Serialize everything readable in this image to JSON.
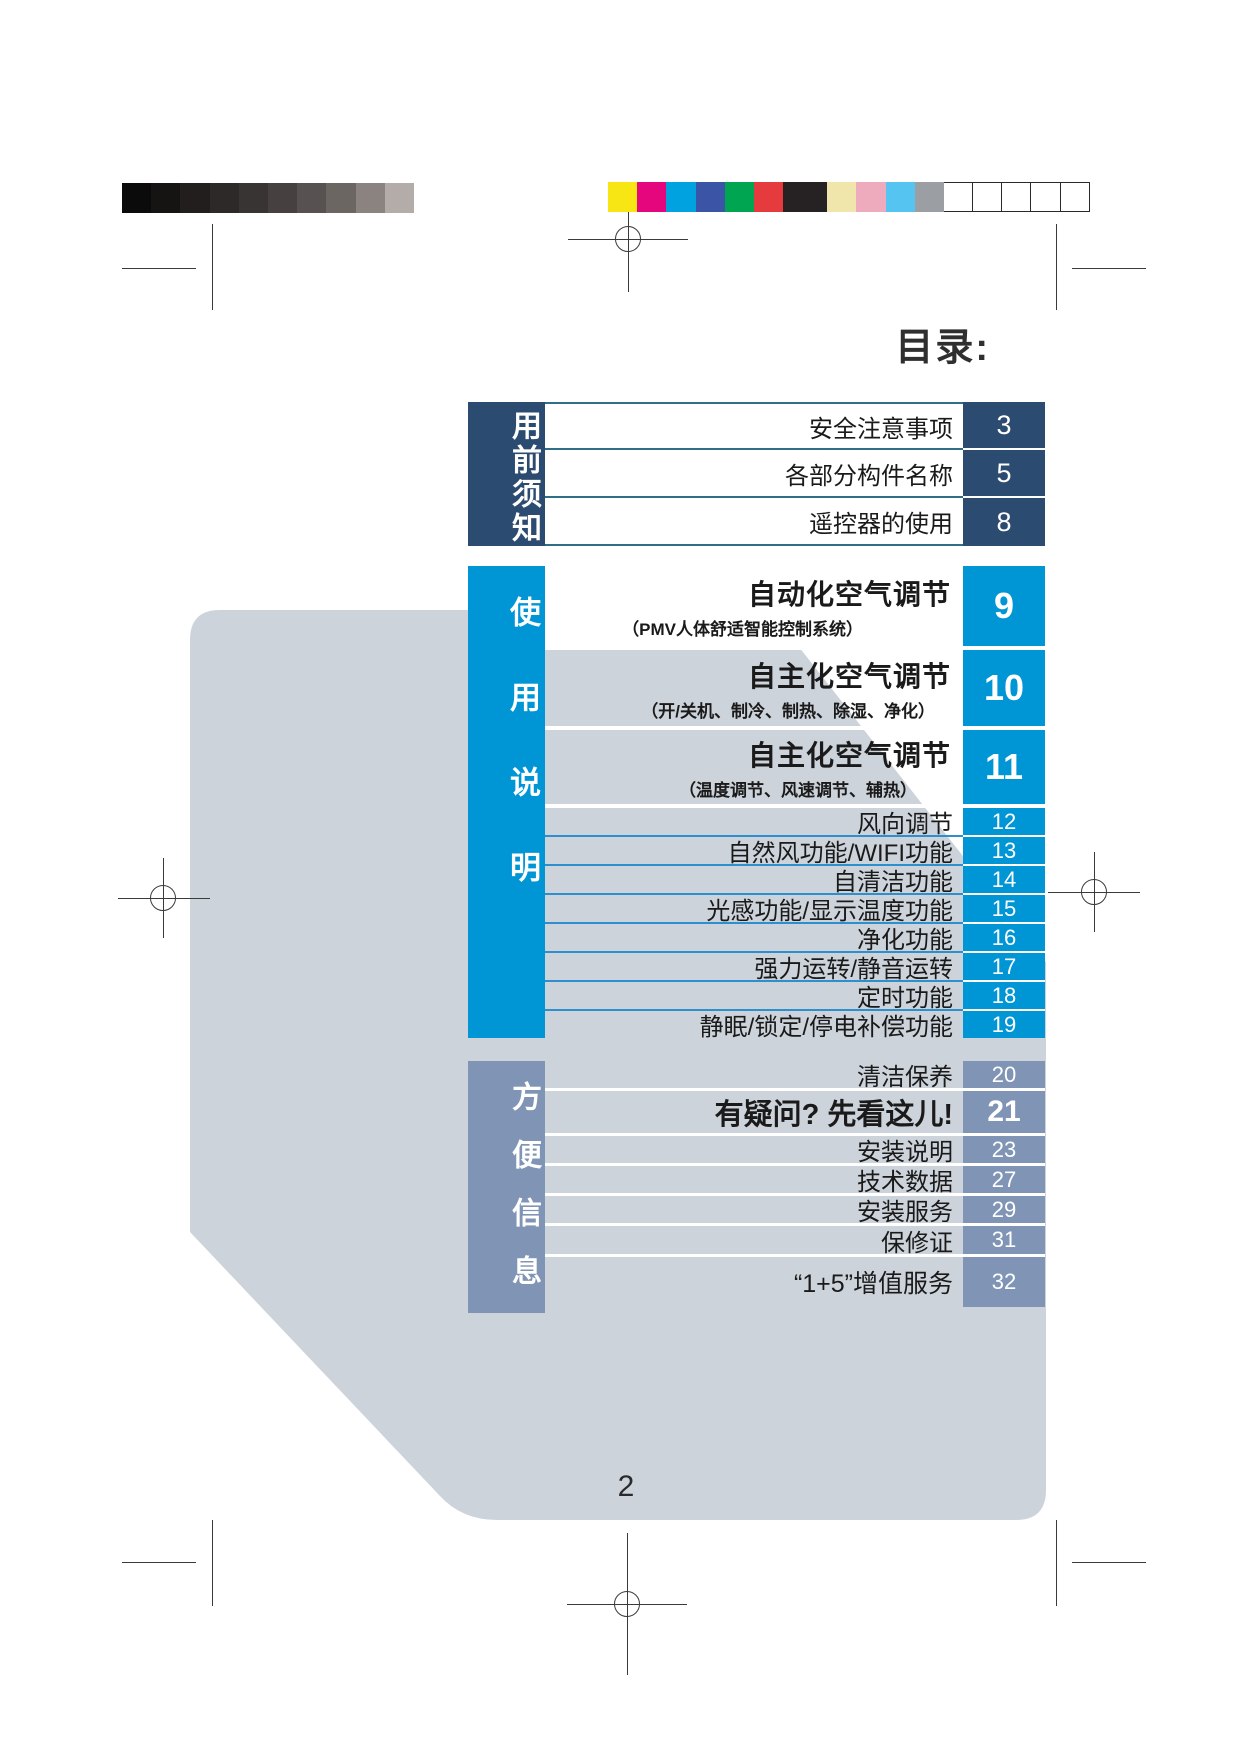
{
  "page": {
    "title": "目录:",
    "page_number": "2"
  },
  "colors": {
    "navy": "#2c4b70",
    "blue": "#0096d6",
    "slate": "#8095b5",
    "gray_shape": "#cdd3da",
    "teal_line": "#2f6e86",
    "blue_line": "#2d8fcc",
    "text": "#1a1a1a"
  },
  "calibration": {
    "grayscale": [
      "#0b0b0b",
      "#161413",
      "#211e1d",
      "#2c2928",
      "#383434",
      "#464140",
      "#575151",
      "#6c6663",
      "#8a8380",
      "#b3aca8"
    ],
    "colors": [
      "#f7e514",
      "#e5067e",
      "#00a3e0",
      "#3b54a5",
      "#00a551",
      "#e63b3e",
      "#262122",
      "#f0e6ac",
      "#efabbe",
      "#56c4f0",
      "#9b9fa4"
    ],
    "white_boxes": 5
  },
  "s1": {
    "label": "用前须知",
    "items": [
      {
        "text": "安全注意事项",
        "page": "3"
      },
      {
        "text": "各部分构件名称",
        "page": "5"
      },
      {
        "text": "遥控器的使用",
        "page": "8"
      }
    ]
  },
  "s2": {
    "label": "使用说明",
    "featured": [
      {
        "title": "自动化空气调节",
        "subtitle": "（PMV人体舒适智能控制系统）",
        "page": "9"
      },
      {
        "title": "自主化空气调节",
        "subtitle": "（开/关机、制冷、制热、除湿、净化）",
        "page": "10"
      },
      {
        "title": "自主化空气调节",
        "subtitle": "（温度调节、风速调节、辅热）",
        "page": "11"
      }
    ],
    "items": [
      {
        "text": "风向调节",
        "page": "12"
      },
      {
        "text": "自然风功能/WIFI功能",
        "page": "13"
      },
      {
        "text": "自清洁功能",
        "page": "14"
      },
      {
        "text": "光感功能/显示温度功能",
        "page": "15"
      },
      {
        "text": "净化功能",
        "page": "16"
      },
      {
        "text": "强力运转/静音运转",
        "page": "17"
      },
      {
        "text": "定时功能",
        "page": "18"
      },
      {
        "text": "静眠/锁定/停电补偿功能",
        "page": "19"
      }
    ]
  },
  "s3": {
    "label": "方便信息",
    "items": [
      {
        "text": "清洁保养",
        "page": "20"
      },
      {
        "text": "有疑问? 先看这儿!",
        "page": "21"
      },
      {
        "text": "安装说明",
        "page": "23"
      },
      {
        "text": "技术数据",
        "page": "27"
      },
      {
        "text": "安装服务",
        "page": "29"
      },
      {
        "text": "保修证",
        "page": "31"
      },
      {
        "text": "“1+5”增值服务",
        "page": "32"
      }
    ]
  }
}
